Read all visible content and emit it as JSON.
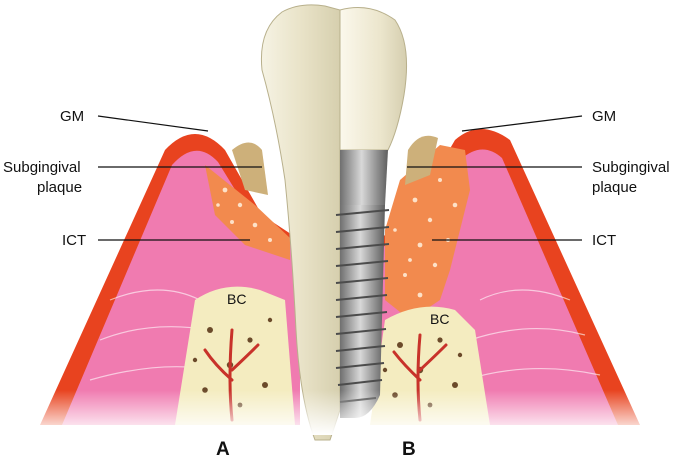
{
  "labels": {
    "gm_left": "GM",
    "gm_right": "GM",
    "subgingival_left_1": "Subgingival",
    "subgingival_left_2": "plaque",
    "subgingival_right_1": "Subgingival",
    "subgingival_right_2": "plaque",
    "ict_left": "ICT",
    "ict_right": "ICT",
    "bc_left": "BC",
    "bc_right": "BC"
  },
  "panels": {
    "a": "A",
    "b": "B"
  },
  "colors": {
    "gingiva_outer": "#e8431f",
    "gingiva_inner": "#f07bb0",
    "plaque": "#f28a4e",
    "bone": "#f4ecc0",
    "tooth": "#ece7cf",
    "implant": "#9a9a9a",
    "calculus": "#cdb07a"
  }
}
